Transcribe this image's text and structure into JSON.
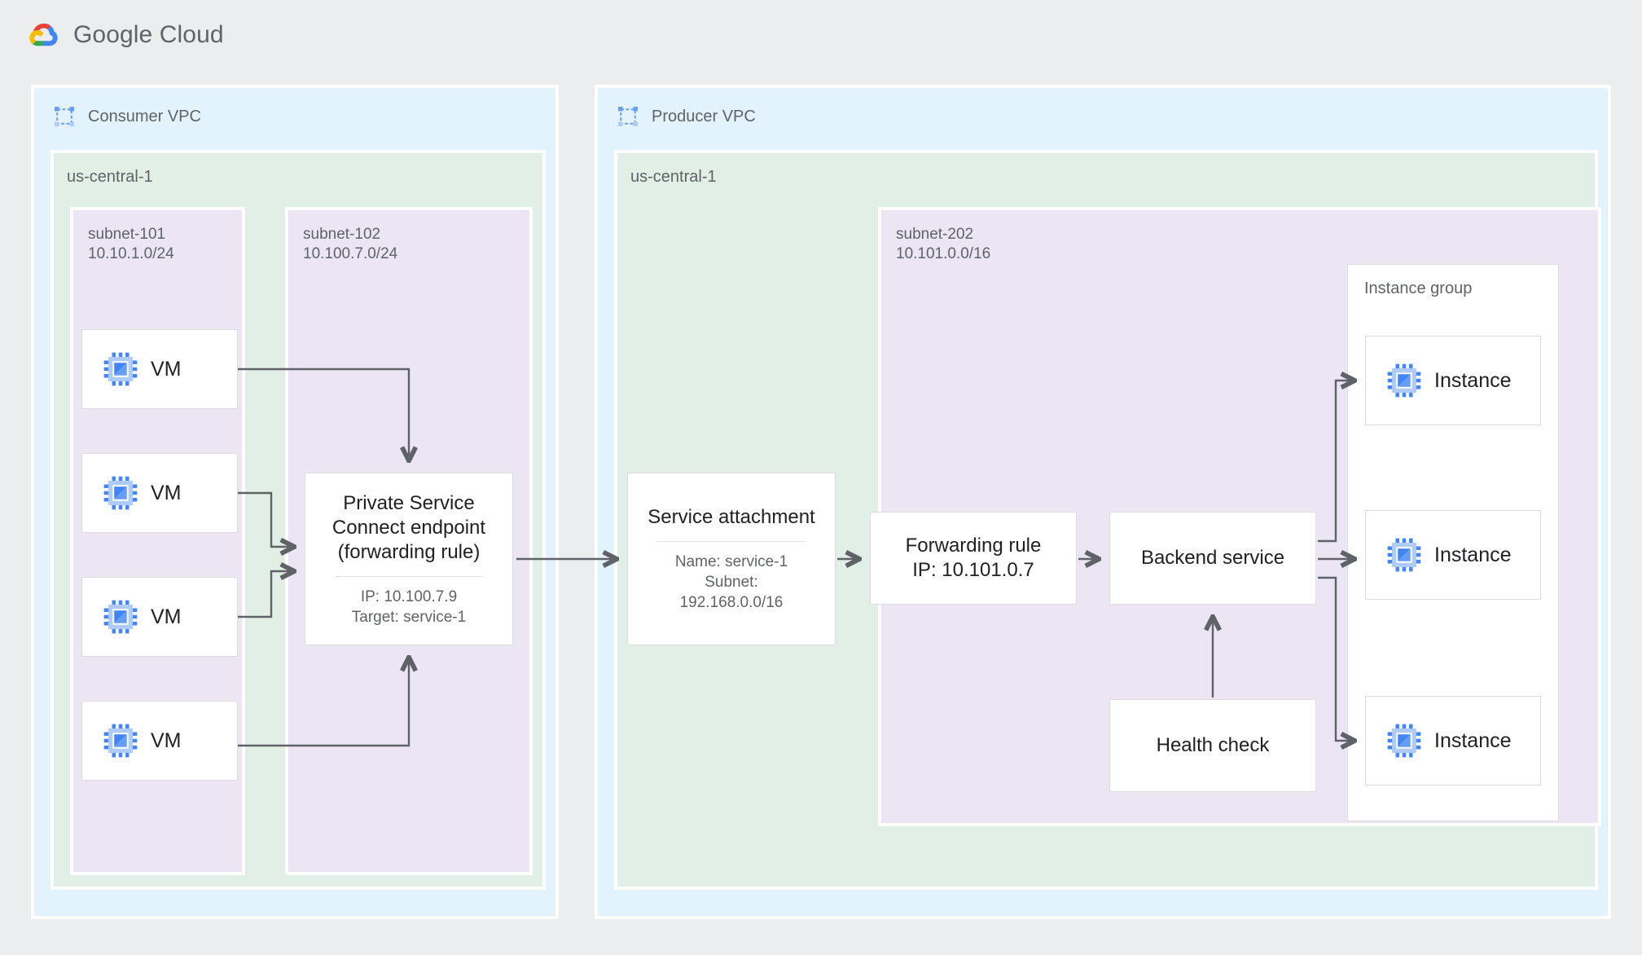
{
  "header": {
    "brand": "Google Cloud",
    "logo_icon": "google-cloud-logo"
  },
  "colors": {
    "page_background": "#ebedef",
    "vpc_fill": "#e3f3fd",
    "region_fill": "#e2efe6",
    "subnet_fill": "#ece5f4",
    "card_fill": "#ffffff",
    "card_border": "#dadce0",
    "connector": "#5f6368",
    "text_primary": "#202124",
    "text_secondary": "#5f6368",
    "icon_blue": "#4285f4",
    "icon_blue_light": "#aecbfa",
    "logo_red": "#ea4335",
    "logo_yellow": "#fbbc04",
    "logo_green": "#34a853",
    "logo_blue": "#4285f4"
  },
  "consumer_vpc": {
    "title": "Consumer VPC",
    "icon": "vpc-network-icon",
    "region": {
      "label": "us-central-1"
    },
    "subnet_101": {
      "name": "subnet-101",
      "cidr": "10.10.1.0/24",
      "label": "subnet-101\n10.10.1.0/24",
      "vms": [
        {
          "label": "VM",
          "icon": "compute-instance-icon"
        },
        {
          "label": "VM",
          "icon": "compute-instance-icon"
        },
        {
          "label": "VM",
          "icon": "compute-instance-icon"
        },
        {
          "label": "VM",
          "icon": "compute-instance-icon"
        }
      ]
    },
    "subnet_102": {
      "name": "subnet-102",
      "cidr": "10.100.7.0/24",
      "label": "subnet-102\n10.100.7.0/24",
      "endpoint": {
        "title": "Private Service\nConnect endpoint\n(forwarding rule)",
        "details": "IP: 10.100.7.9\nTarget: service-1",
        "ip": "10.100.7.9",
        "target": "service-1"
      }
    }
  },
  "producer_vpc": {
    "title": "Producer VPC",
    "icon": "vpc-network-icon",
    "region": {
      "label": "us-central-1"
    },
    "service_attachment": {
      "title": "Service attachment",
      "details": "Name: service-1\nSubnet:\n192.168.0.0/16",
      "name": "service-1",
      "subnet": "192.168.0.0/16"
    },
    "subnet_202": {
      "name": "subnet-202",
      "cidr": "10.101.0.0/16",
      "label": "subnet-202\n10.101.0.0/16"
    },
    "forwarding_rule": {
      "title": "Forwarding rule\nIP: 10.101.0.7",
      "ip": "10.101.0.7"
    },
    "backend_service": {
      "title": "Backend service"
    },
    "health_check": {
      "title": "Health check"
    },
    "instance_group": {
      "label": "Instance group",
      "instances": [
        {
          "label": "Instance",
          "icon": "compute-instance-icon"
        },
        {
          "label": "Instance",
          "icon": "compute-instance-icon"
        },
        {
          "label": "Instance",
          "icon": "compute-instance-icon"
        }
      ]
    }
  }
}
